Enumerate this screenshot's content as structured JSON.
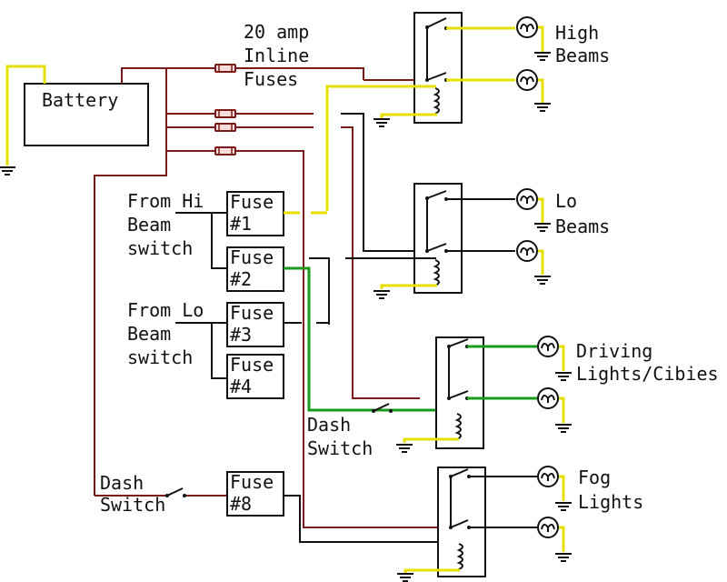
{
  "battery": {
    "label": "Battery"
  },
  "inline_fuses": {
    "lines": [
      "20 amp",
      "Inline",
      "Fuses"
    ]
  },
  "hi_beam_input": {
    "lines": [
      "From Hi",
      "Beam",
      "switch"
    ]
  },
  "lo_beam_input": {
    "lines": [
      "From Lo",
      "Beam",
      "switch"
    ]
  },
  "fuses": [
    {
      "top": "Fuse",
      "num": "#1"
    },
    {
      "top": "Fuse",
      "num": "#2"
    },
    {
      "top": "Fuse",
      "num": "#3"
    },
    {
      "top": "Fuse",
      "num": "#4"
    },
    {
      "top": "Fuse",
      "num": "#8"
    }
  ],
  "dash_switch_1": {
    "lines": [
      "Dash",
      "Switch"
    ]
  },
  "dash_switch_2": {
    "lines": [
      "Dash",
      "Switch"
    ]
  },
  "loads": [
    {
      "lines": [
        "High",
        "Beams"
      ]
    },
    {
      "lines": [
        "Lo",
        "Beams"
      ]
    },
    {
      "lines": [
        "Driving",
        "Lights/Cibies"
      ]
    },
    {
      "lines": [
        "Fog",
        "Lights"
      ]
    }
  ],
  "colors": {
    "power_wire": "#7a1a1a",
    "high_beam_wire": "#e6e000",
    "driving_wire": "#1a9a1a",
    "ground_wire": "#e6e000",
    "signal_wire": "#111111"
  }
}
